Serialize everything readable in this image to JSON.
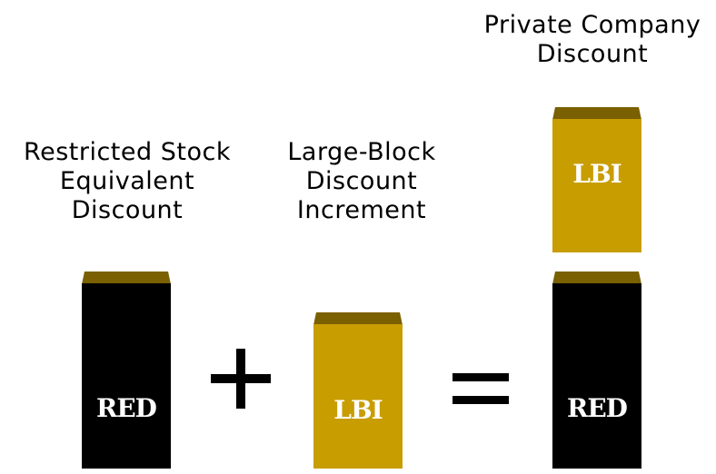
{
  "labels": {
    "restricted": [
      "Restricted Stock",
      "Equivalent",
      "Discount"
    ],
    "large_block": [
      "Large-Block",
      "Discount",
      "Increment"
    ],
    "private": [
      "Private Company",
      "Discount"
    ]
  },
  "blocks": {
    "red_left": "RED",
    "lbi_middle": "LBI",
    "lbi_top_right": "LBI",
    "red_right": "RED"
  },
  "operators": {
    "plus": "+",
    "equals": "="
  },
  "colors": {
    "red_block_face": "#000000",
    "red_block_cap": "#7a6000",
    "lbi_block_face": "#c89d00",
    "lbi_block_cap": "#7a6000",
    "block_text": "#ffffff"
  }
}
